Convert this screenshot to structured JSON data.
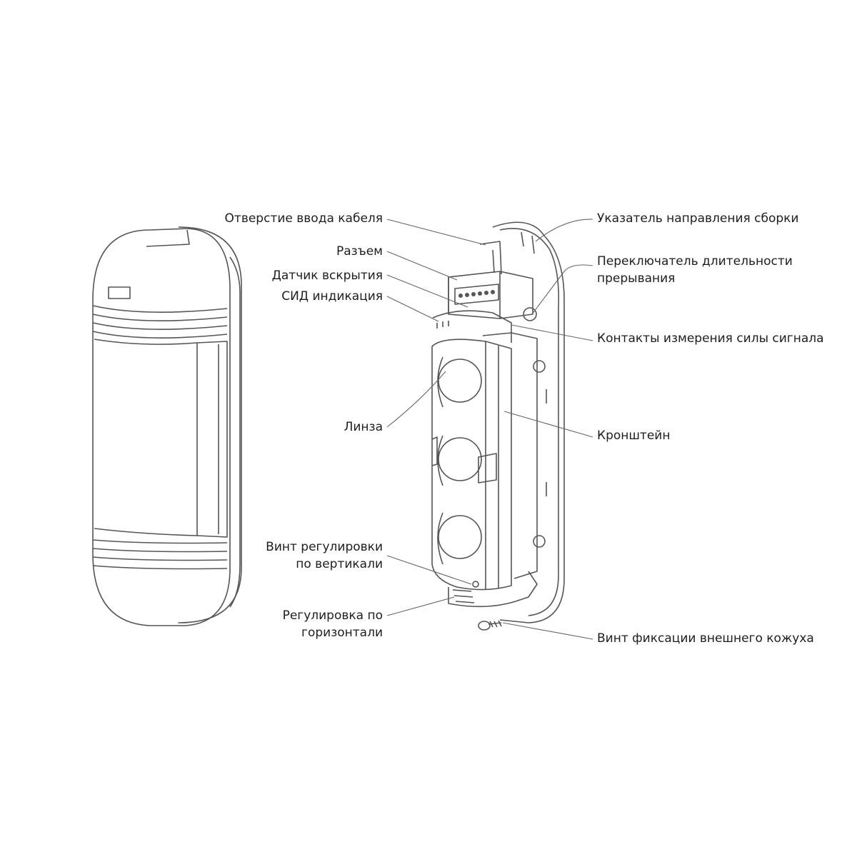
{
  "labels": {
    "cable_entry": "Отверстие ввода кабеля",
    "connector": "Разъем",
    "tamper_sensor": "Датчик вскрытия",
    "led": "СИД индикация",
    "lens": "Линза",
    "vertical_screw_l1": "Винт регулировки",
    "vertical_screw_l2": "по вертикали",
    "horizontal_l1": "Регулировка по",
    "horizontal_l2": "горизонтали",
    "assembly_direction": "Указатель направления сборки",
    "interrupt_switch_l1": "Переключатель длительности",
    "interrupt_switch_l2": "прерывания",
    "signal_contacts": "Контакты измерения силы сигнала",
    "bracket": "Кронштейн",
    "cover_screw": "Винт фиксации внешнего кожуха"
  },
  "colors": {
    "stroke": "#555555",
    "text": "#1e1e1e",
    "leader": "#666666"
  }
}
